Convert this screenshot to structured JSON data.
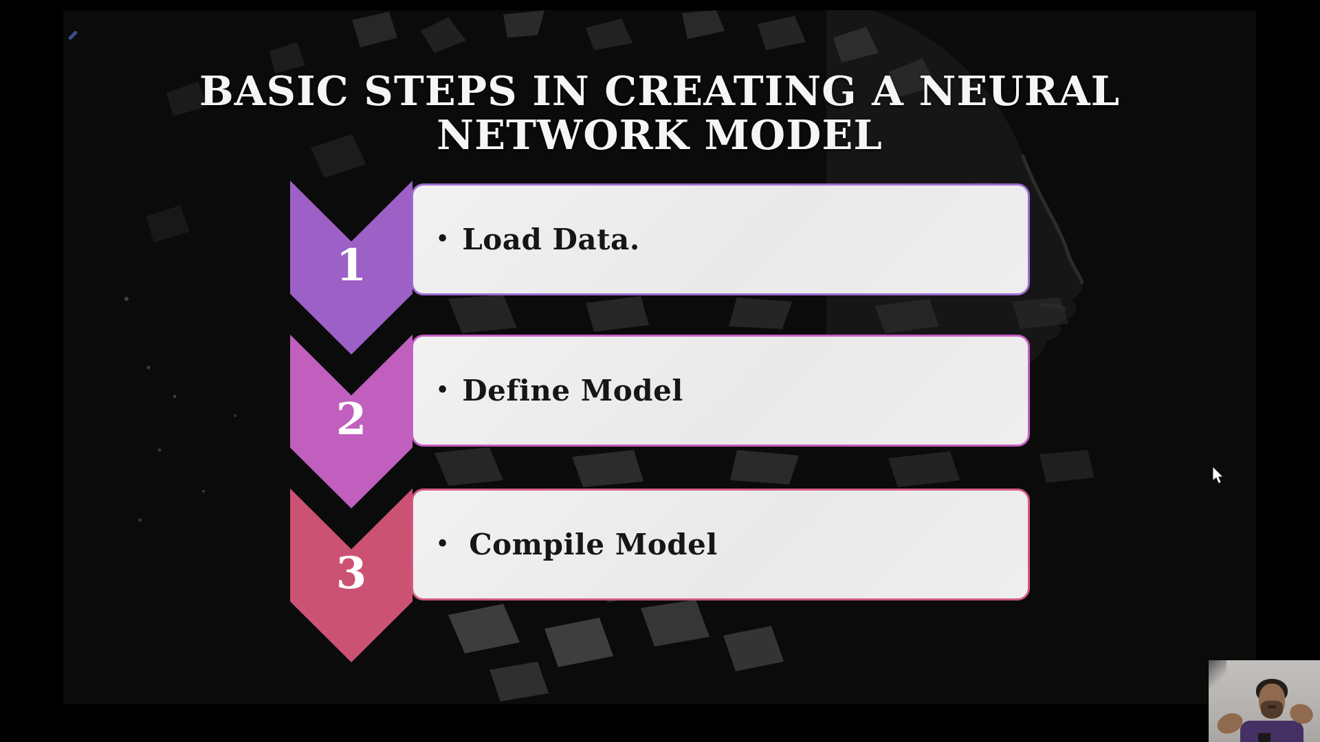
{
  "slide": {
    "title_line1": "BASIC STEPS IN CREATING A NEURAL",
    "title_line2": "NETWORK MODEL",
    "steps": [
      {
        "number": "1",
        "bullet": "•",
        "label": "Load Data.",
        "chevron_color": "#9c60c6",
        "border_color": "#9b6cce"
      },
      {
        "number": "2",
        "bullet": "•",
        "label": "Define Model",
        "chevron_color": "#c05fbe",
        "border_color": "#c75fc5"
      },
      {
        "number": "3",
        "bullet": "•",
        "label": "Compile Model",
        "chevron_color": "#cc5274",
        "border_color": "#d05a7e"
      }
    ],
    "colors": {
      "slide_background": "#0b0b0b",
      "box_fill": "#ecebec",
      "title_text": "#f6f4f5",
      "body_text": "#161616",
      "number_text": "#ffffff",
      "annotation_mark": "#3c4c88"
    }
  },
  "overlay": {
    "cursor_icon": "arrow-pointer",
    "webcam": "presenter-video"
  }
}
